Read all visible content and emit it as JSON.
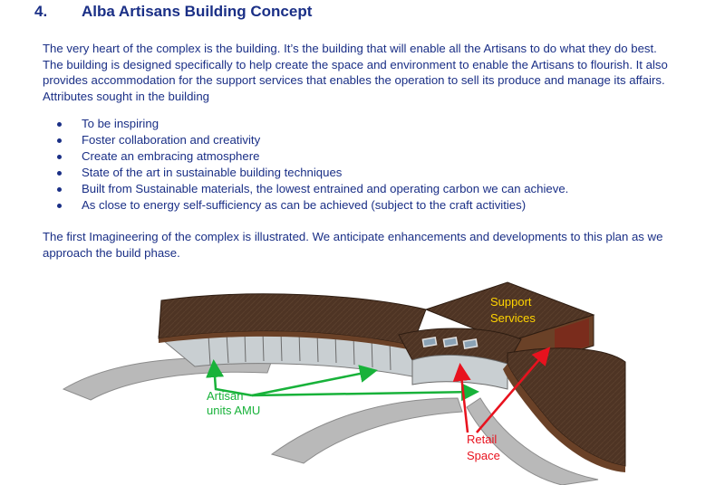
{
  "section": {
    "number": "4.",
    "title": "Alba Artisans Building Concept"
  },
  "intro_paragraph": "The very heart of the complex is the building. It’s the building that will enable all the Artisans to do what they do best.  The building is designed specifically to help create the space and environment to enable the Artisans to flourish.  It also provides accommodation for the support services that enables the operation to sell its produce and manage its affairs.  Attributes sought in the building",
  "attributes": [
    "To be inspiring",
    "Foster collaboration and creativity",
    "Create an embracing atmosphere",
    "State of the art in sustainable building techniques",
    "Built from Sustainable materials, the lowest entrained and operating carbon we can achieve.",
    "As close to energy self-sufficiency as can be achieved (subject to the craft activities)"
  ],
  "closing_paragraph": "The first Imagineering of the complex is illustrated.  We anticipate enhancements and developments to this plan as we approach the build phase.",
  "figure": {
    "labels": {
      "support_line1": "Support",
      "support_line2": "Services",
      "artisan_line1": "Artisan",
      "artisan_line2": "units  AMU",
      "retail_line1": "Retail",
      "retail_line2": "Space"
    },
    "colors": {
      "roof": "#4e3424",
      "wall": "#6a4127",
      "glass": "#c9cfd2",
      "path": "#b5b5b5",
      "support_label": "#ffd400",
      "artisan_label": "#18b23a",
      "retail_label": "#e8121e"
    }
  }
}
